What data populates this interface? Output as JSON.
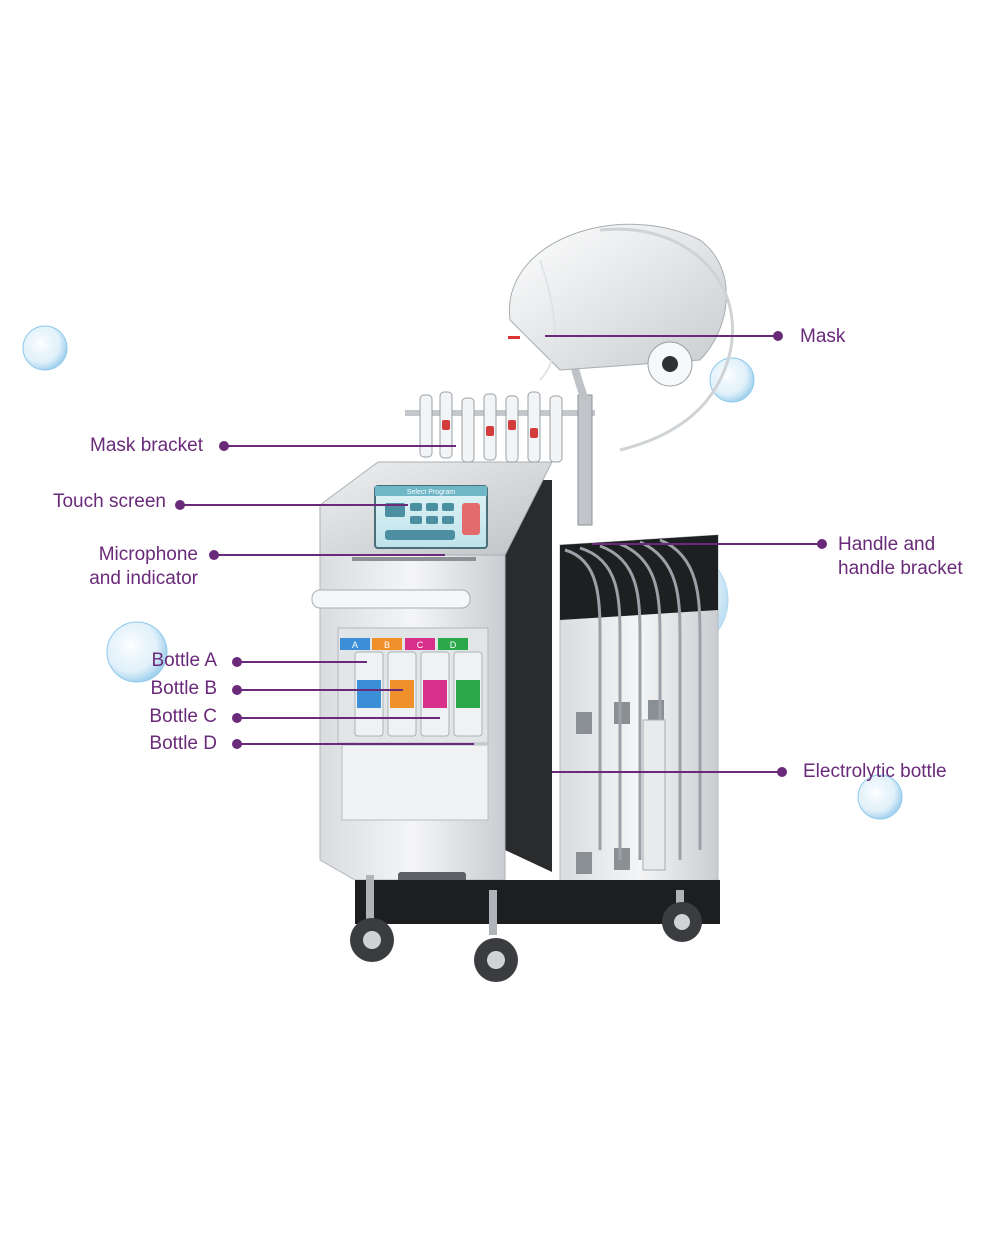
{
  "accent_color": "#6a2a7a",
  "callouts": {
    "mask": "Mask",
    "mask_bracket": "Mask bracket",
    "touch_screen": "Touch screen",
    "microphone_line1": "Microphone",
    "microphone_line2": "and indicator",
    "handle_line1": "Handle and",
    "handle_line2": "handle bracket",
    "bottle_a": "Bottle A",
    "bottle_b": "Bottle B",
    "bottle_c": "Bottle C",
    "bottle_d": "Bottle D",
    "electrolytic_bottle": "Electrolytic bottle"
  },
  "bottle_tabs": [
    "A",
    "B",
    "C",
    "D"
  ],
  "bottle_colors": [
    "#3a8fd6",
    "#f0902a",
    "#d8308a",
    "#2aa84a"
  ],
  "screen_header": "Select Program"
}
